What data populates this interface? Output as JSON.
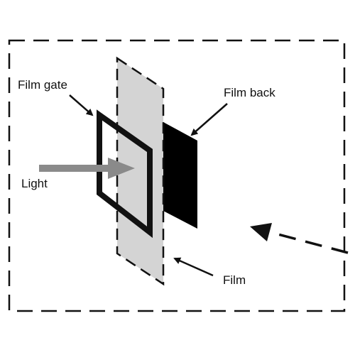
{
  "labels": {
    "film_gate": "Film gate",
    "film_back": "Film back",
    "light": "Light",
    "film": "Film"
  },
  "colors": {
    "stroke": "#111111",
    "film_fill": "#d4d4d4",
    "light_arrow": "#8a8a8a",
    "film_back_fill": "#000000",
    "background": "#ffffff"
  }
}
